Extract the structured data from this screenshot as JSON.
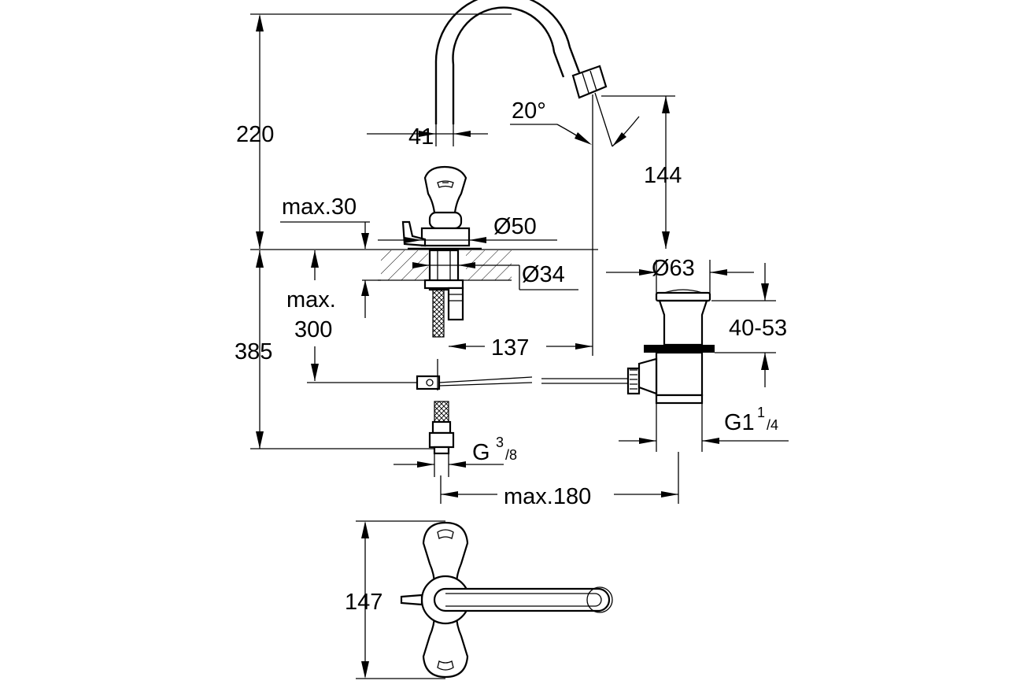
{
  "dimensions": {
    "height_total": "220",
    "spout_height": "144",
    "spout_angle": "20°",
    "handle_width": "41",
    "max_deck_thickness": "max.30",
    "body_diameter": "Ø50",
    "hole_diameter": "Ø34",
    "max_under_line1": "max.",
    "max_under_line2": "300",
    "below_deck": "385",
    "spout_projection": "137",
    "waste_flange_diameter": "Ø63",
    "waste_range": "40-53",
    "waste_thread": "G1",
    "waste_thread_num": "1",
    "waste_thread_den": "/4",
    "supply_thread": "G",
    "supply_thread_num": "3",
    "supply_thread_den": "/8",
    "pull_rod_length": "max.180",
    "plan_width": "147"
  }
}
